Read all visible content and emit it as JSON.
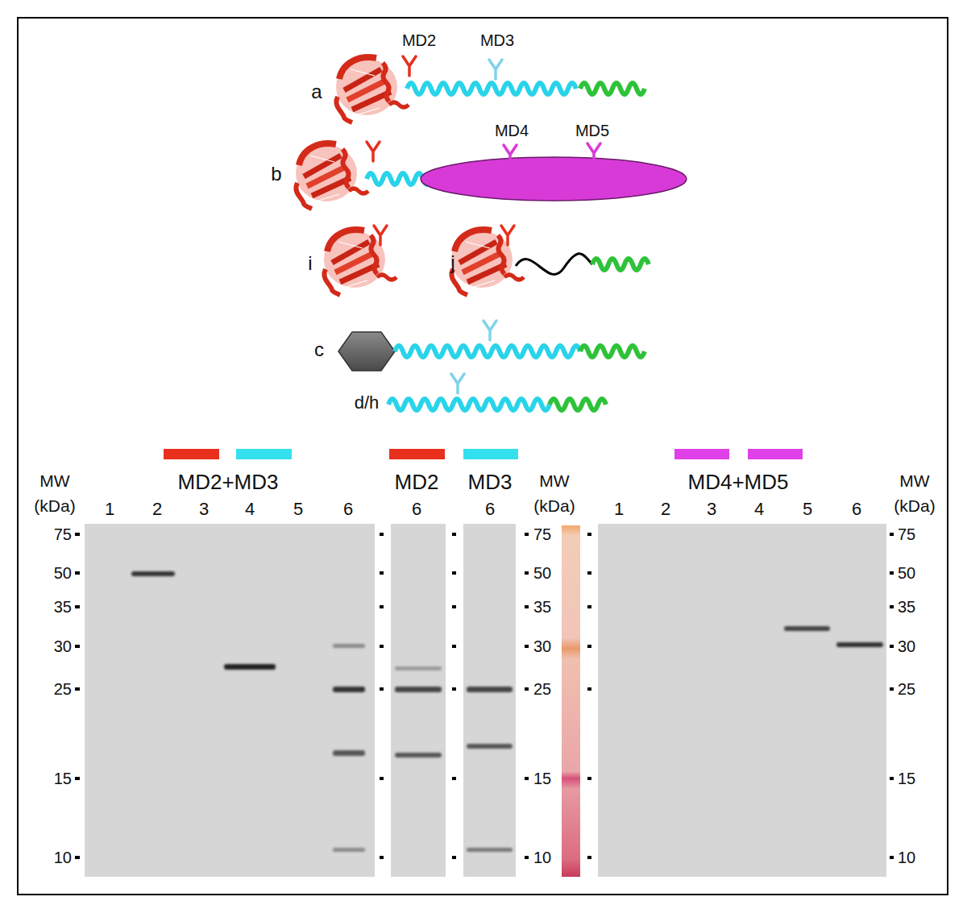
{
  "diagram": {
    "labels": [
      "MD2",
      "MD3",
      "a",
      "MD4",
      "MD5",
      "b",
      "i",
      "j",
      "c",
      "d/h",
      "MD2+MD3",
      "MW (kDa)",
      "1",
      "2",
      "3",
      "4",
      "5",
      "6",
      "75",
      "50",
      "35",
      "30",
      "25",
      "15",
      "10",
      "MD2",
      "6",
      "MD3",
      "6",
      "MW (kDa)",
      "75",
      "50",
      "35",
      "30",
      "25",
      "15",
      "10",
      "MD4+MD5",
      "1",
      "2",
      "3",
      "4",
      "5",
      "6",
      "MW (kDa)",
      "75",
      "50",
      "35",
      "30",
      "25",
      "15",
      "10"
    ]
  }
}
